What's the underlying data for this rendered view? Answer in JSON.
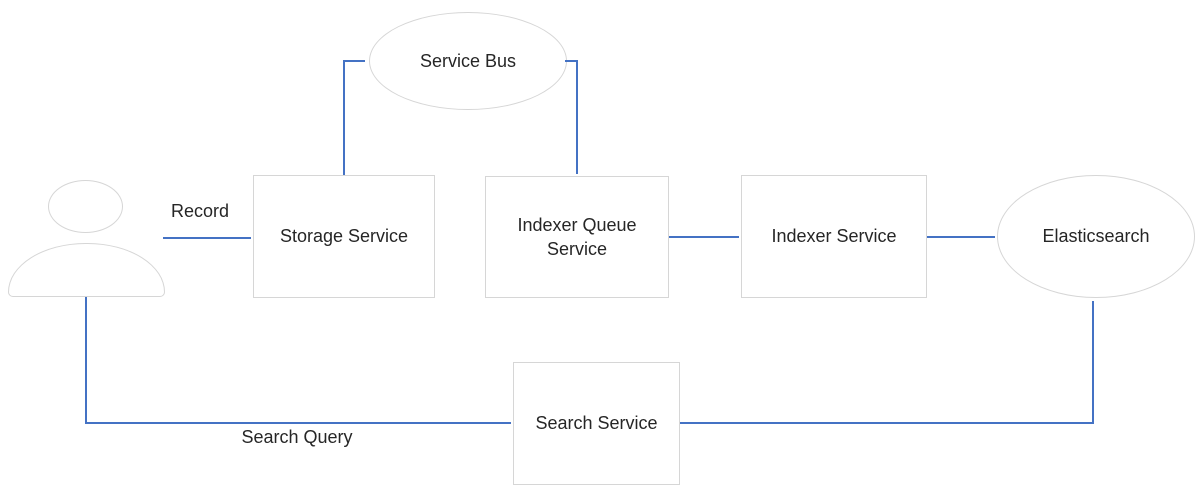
{
  "diagram": {
    "nodes": {
      "user": {
        "icon": "person-icon",
        "label": ""
      },
      "storage": {
        "label": "Storage Service",
        "shape": "rectangle"
      },
      "service_bus": {
        "label": "Service Bus",
        "shape": "ellipse"
      },
      "indexer_queue": {
        "label": "Indexer Queue Service",
        "shape": "rectangle"
      },
      "indexer": {
        "label": "Indexer Service",
        "shape": "rectangle"
      },
      "elasticsearch": {
        "label": "Elasticsearch",
        "shape": "ellipse"
      },
      "search": {
        "label": "Search Service",
        "shape": "rectangle"
      }
    },
    "edge_labels": {
      "record": "Record",
      "search_query": "Search Query"
    },
    "edges": [
      {
        "from": "user",
        "to": "storage",
        "label": "Record"
      },
      {
        "from": "storage",
        "to": "service_bus",
        "label": ""
      },
      {
        "from": "service_bus",
        "to": "indexer_queue",
        "label": ""
      },
      {
        "from": "indexer_queue",
        "to": "indexer",
        "label": ""
      },
      {
        "from": "indexer",
        "to": "elasticsearch",
        "label": ""
      },
      {
        "from": "user",
        "to": "search",
        "label": "Search Query"
      },
      {
        "from": "search",
        "to": "elasticsearch",
        "label": ""
      }
    ],
    "colors": {
      "connector_blue": "#4472C4",
      "shape_border_gray": "#d6d6d6",
      "text": "#262626",
      "background": "#ffffff"
    }
  }
}
